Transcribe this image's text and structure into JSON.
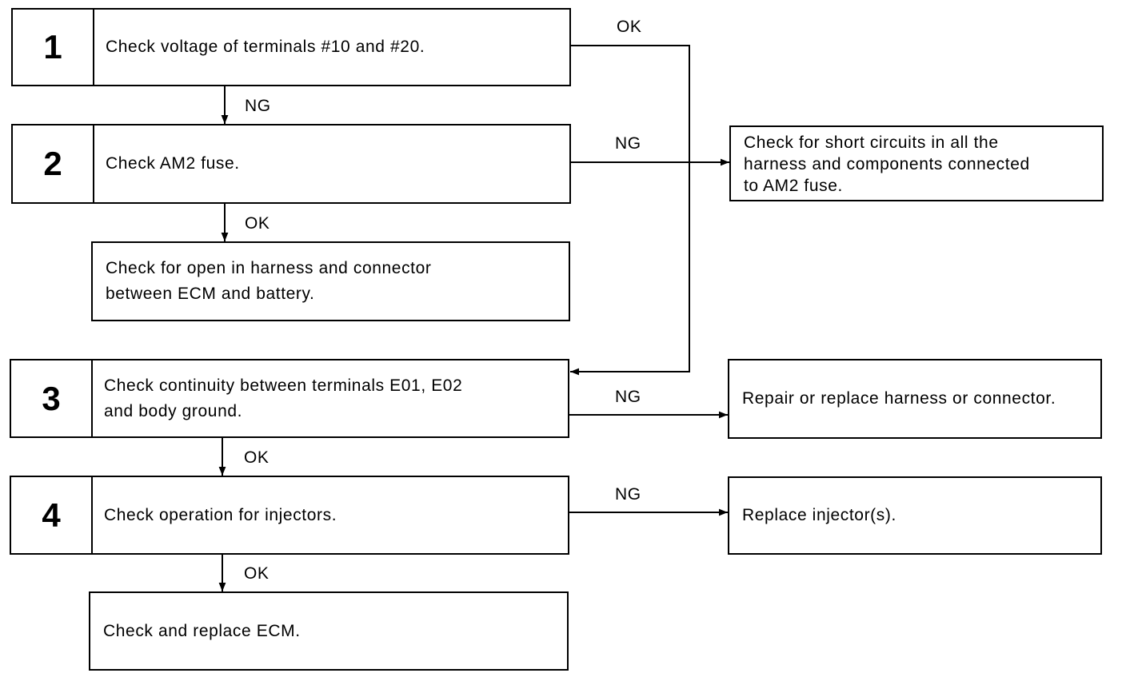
{
  "steps": [
    {
      "num": "1",
      "text": "Check voltage of terminals #10 and #20."
    },
    {
      "num": "2",
      "text": "Check AM2 fuse."
    },
    {
      "num": "3",
      "text": "Check continuity between terminals E01, E02\nand body ground."
    },
    {
      "num": "4",
      "text": "Check operation for injectors."
    }
  ],
  "boxes": {
    "open_harness": "Check for open in harness and connector\nbetween ECM and battery.",
    "short_circuits": "Check for short circuits in all the\nharness and components connected\nto AM2 fuse.",
    "repair_replace": "Repair or replace harness or connector.",
    "replace_injectors": "Replace injector(s).",
    "replace_ecm": "Check and replace ECM."
  },
  "labels": {
    "s1_ok": "OK",
    "s1_ng": "NG",
    "s2_ng": "NG",
    "s2_ok": "OK",
    "s3_ng": "NG",
    "s3_ok": "OK",
    "s4_ng": "NG",
    "s4_ok": "OK"
  }
}
